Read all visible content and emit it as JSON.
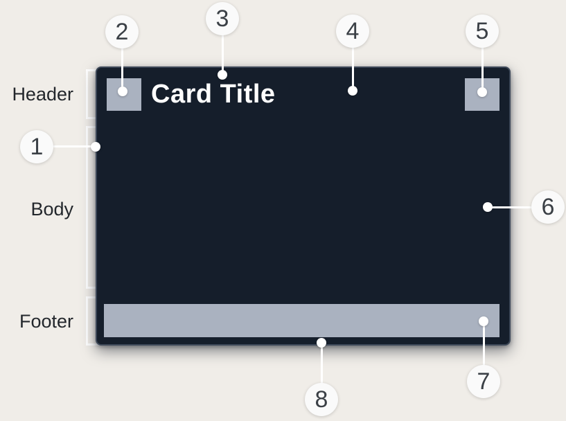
{
  "page": {
    "background_color": "#f0ede8"
  },
  "section_labels": [
    {
      "text": "Header"
    },
    {
      "text": "Body"
    },
    {
      "text": "Footer"
    }
  ],
  "card": {
    "title": "Card Title",
    "background_color": "#151e2b",
    "border_color": "#3d4858",
    "placeholder_color": "#aab2c0",
    "title_color": "#ffffff"
  },
  "callouts": [
    {
      "number": "1"
    },
    {
      "number": "2"
    },
    {
      "number": "3"
    },
    {
      "number": "4"
    },
    {
      "number": "5"
    },
    {
      "number": "6"
    },
    {
      "number": "7"
    },
    {
      "number": "8"
    }
  ],
  "colors": {
    "label_text": "#23272c",
    "bracket_line": "#ffffff",
    "leader_line": "#ffffff",
    "badge_background": "#fafafa",
    "badge_text": "#3b4046"
  }
}
